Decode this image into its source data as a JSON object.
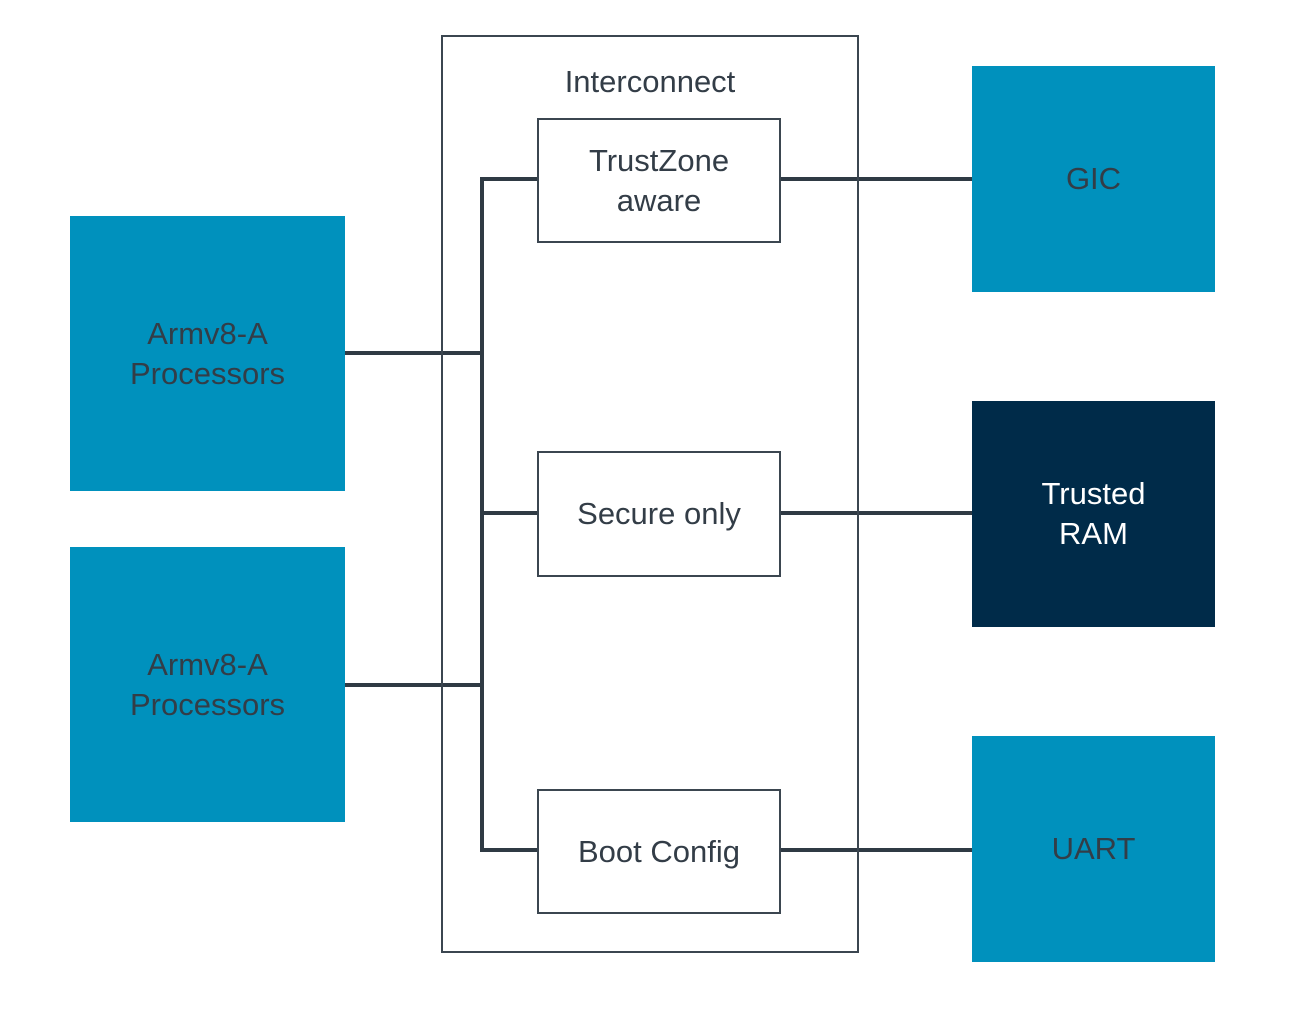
{
  "colors": {
    "blue": "#0091bd",
    "navy": "#002b49",
    "line": "#2f3a44",
    "border": "#3b4650"
  },
  "processors": [
    {
      "line1": "Armv8-A",
      "line2": "Processors"
    },
    {
      "line1": "Armv8-A",
      "line2": "Processors"
    }
  ],
  "interconnect": {
    "title": "Interconnect",
    "trustzone": {
      "line1": "TrustZone",
      "line2": "aware"
    },
    "secure": {
      "label": "Secure only"
    },
    "boot": {
      "label": "Boot Config"
    }
  },
  "peripherals": {
    "gic": {
      "label": "GIC"
    },
    "trusted_ram": {
      "line1": "Trusted",
      "line2": "RAM"
    },
    "uart": {
      "label": "UART"
    }
  }
}
